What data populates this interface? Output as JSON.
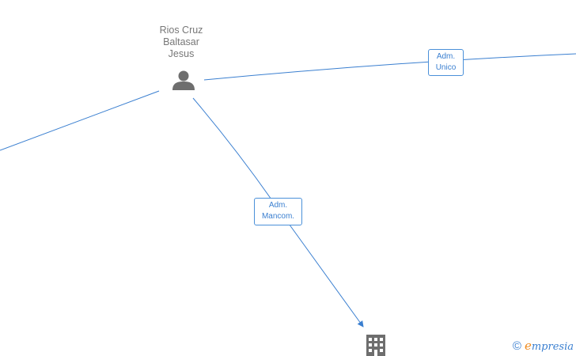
{
  "person": {
    "name_lines": [
      "Rios Cruz",
      "Baltasar",
      "Jesus"
    ],
    "icon": "person-icon"
  },
  "company": {
    "icon": "building-icon"
  },
  "edges": [
    {
      "id": "edge-to-right",
      "label_lines": [
        "Adm.",
        "Unico"
      ]
    },
    {
      "id": "edge-to-company",
      "label_lines": [
        "Adm.",
        "Mancom."
      ]
    },
    {
      "id": "edge-to-left",
      "label_lines": []
    }
  ],
  "watermark": {
    "copyright_symbol": "©",
    "brand_initial": "e",
    "brand_rest": "mpresia"
  },
  "colors": {
    "edge": "#3a7fd0",
    "node_icon": "#6e6e6e",
    "name_text": "#777777",
    "brand_accent": "#f08a1c"
  }
}
